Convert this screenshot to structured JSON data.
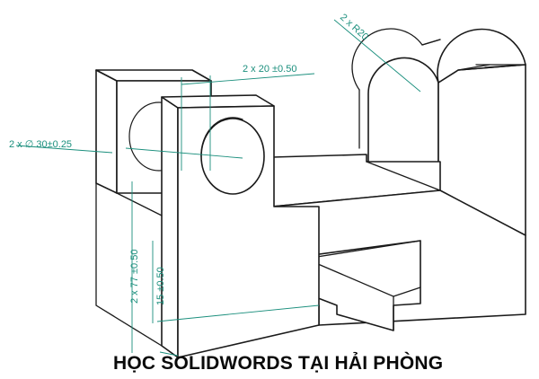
{
  "dimensions": {
    "hole_diameter": "2 x ∅ 30±0.25",
    "slot_width": "2 x 20 ±0.50",
    "fillet_radius": "2 x R20",
    "height": "2 x 77 ±0.50",
    "slot_depth": "15 ±0.50"
  },
  "caption": "HỌC SOLIDWORDS TẠI HẢI PHÒNG",
  "colors": {
    "dimension": "#1b8f7d",
    "outline": "#1a1a1a",
    "background": "#ffffff"
  }
}
